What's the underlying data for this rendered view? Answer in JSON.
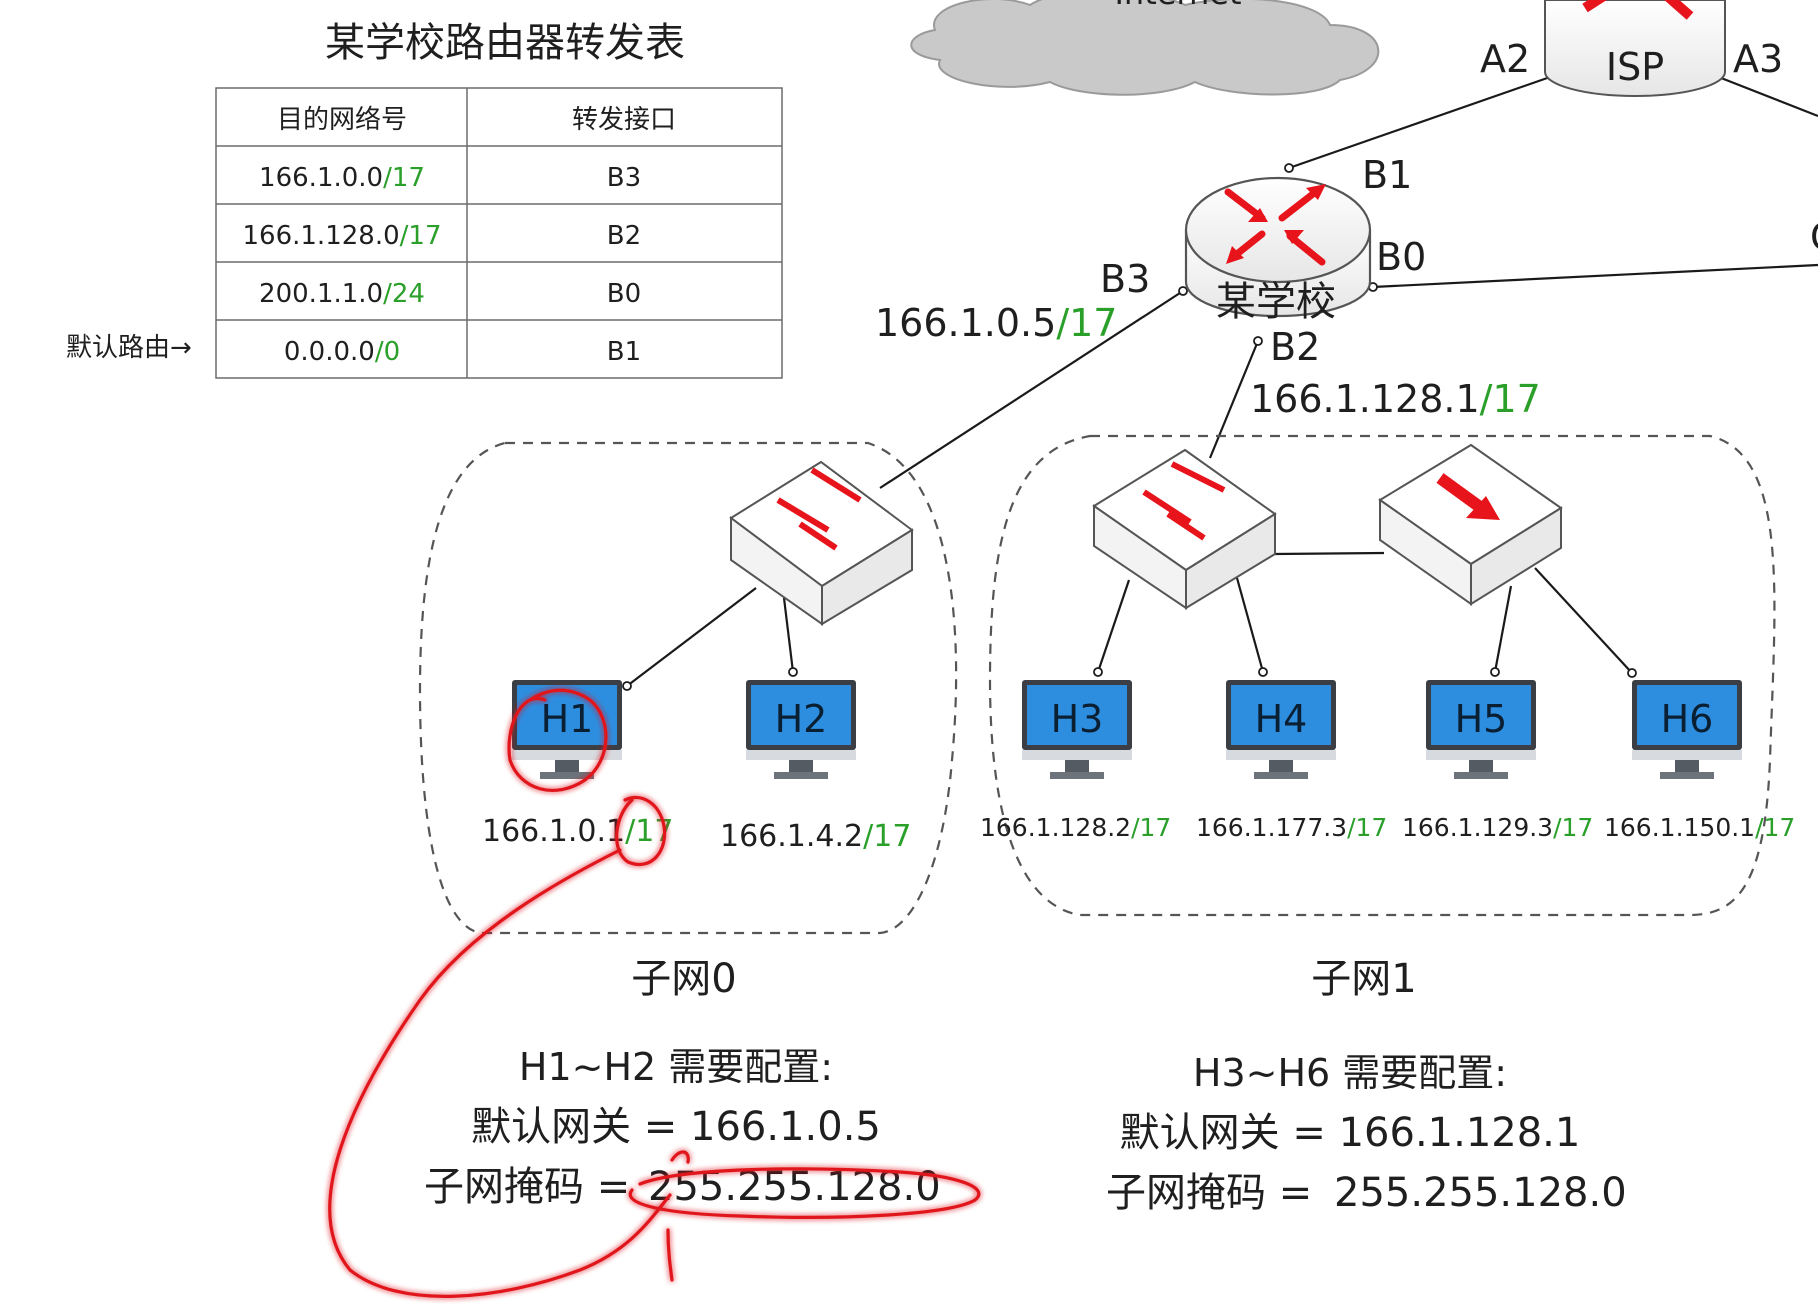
{
  "table": {
    "title": "某学校路由器转发表",
    "headers": [
      "目的网络号",
      "转发接口"
    ],
    "rows": [
      {
        "net": "166.1.0.0",
        "prefix": "/17",
        "iface": "B3"
      },
      {
        "net": "166.1.128.0",
        "prefix": "/17",
        "iface": "B2"
      },
      {
        "net": "200.1.1.0",
        "prefix": "/24",
        "iface": "B0"
      },
      {
        "net": "0.0.0.0",
        "prefix": "/0",
        "iface": "B1"
      }
    ],
    "default_route_label": "默认路由→"
  },
  "cloud_label": "Internet",
  "isp": {
    "label": "ISP",
    "ports": {
      "a2": "A2",
      "a3": "A3"
    }
  },
  "router": {
    "label": "某学校",
    "ports": {
      "b0": "B0",
      "b1": "B1",
      "b2": "B2",
      "b3": "B3"
    },
    "b3_ip": {
      "addr": "166.1.0.5",
      "prefix": "/17"
    },
    "b2_ip": {
      "addr": "166.1.128.1",
      "prefix": "/17"
    }
  },
  "right_edge_letter": "C",
  "hosts": [
    {
      "name": "H1",
      "addr": "166.1.0.1",
      "prefix": "/17"
    },
    {
      "name": "H2",
      "addr": "166.1.4.2",
      "prefix": "/17"
    },
    {
      "name": "H3",
      "addr": "166.1.128.2",
      "prefix": "/17"
    },
    {
      "name": "H4",
      "addr": "166.1.177.3",
      "prefix": "/17"
    },
    {
      "name": "H5",
      "addr": "166.1.129.3",
      "prefix": "/17"
    },
    {
      "name": "H6",
      "addr": "166.1.150.1",
      "prefix": "/17"
    }
  ],
  "subnets": [
    {
      "name": "子网0",
      "config_title": "H1~H2 需要配置:",
      "gateway_line": "默认网关 = 166.1.0.5",
      "mask_label": "子网掩码 =",
      "mask_value": "255.255.128.0"
    },
    {
      "name": "子网1",
      "config_title": "H3~H6 需要配置:",
      "gateway_line": "默认网关 = 166.1.128.1",
      "mask_label": "子网掩码 =",
      "mask_value": "255.255.128.0"
    }
  ],
  "colors": {
    "prefix_green": "#2aa02a",
    "annotation_red": "#e0141b",
    "host_blue": "#2d8ee0",
    "arrow_red": "#e8141b"
  }
}
